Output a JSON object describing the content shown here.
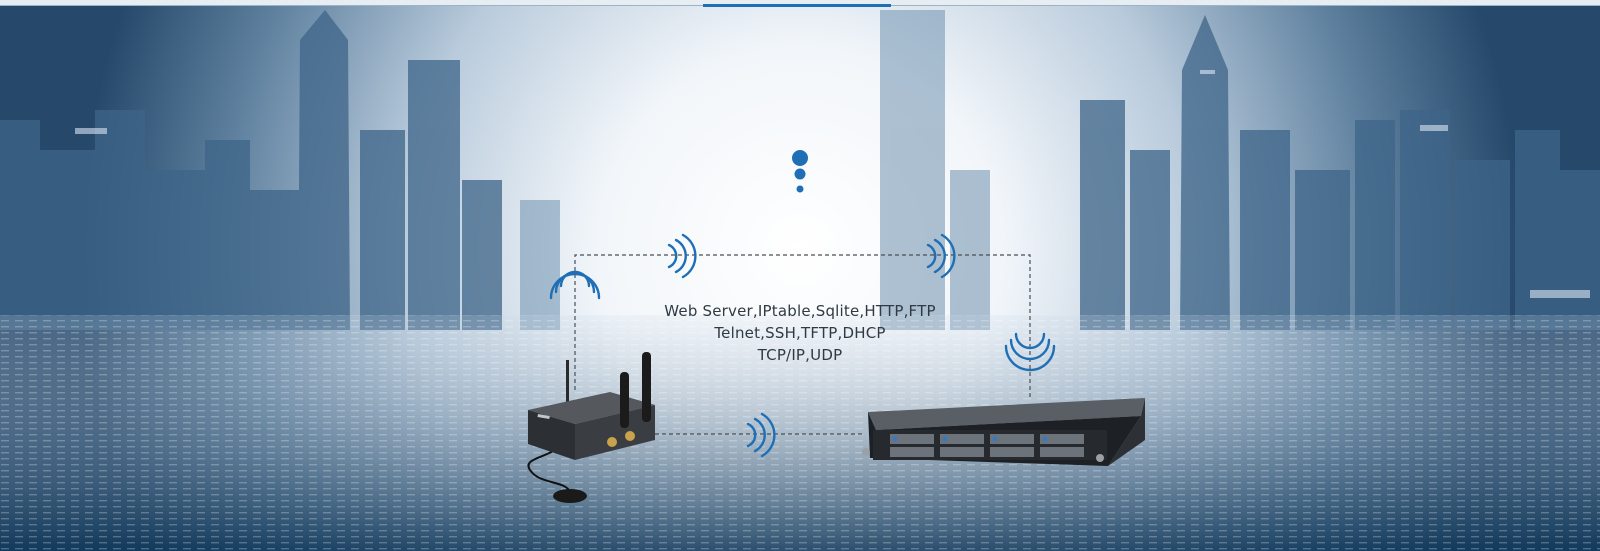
{
  "protocols": {
    "line1": "Web Server,IPtable,Sqlite,HTTP,FTP",
    "line2": "Telnet,SSH,TFTP,DHCP",
    "line3": "TCP/IP,UDP"
  },
  "colors": {
    "accent": "#1e6fb6",
    "dashed_line": "#4a4f55",
    "text": "#2f3a44"
  },
  "icons": {
    "signal": "wifi-signal-icon",
    "dots": "dots-indicator-icon"
  }
}
